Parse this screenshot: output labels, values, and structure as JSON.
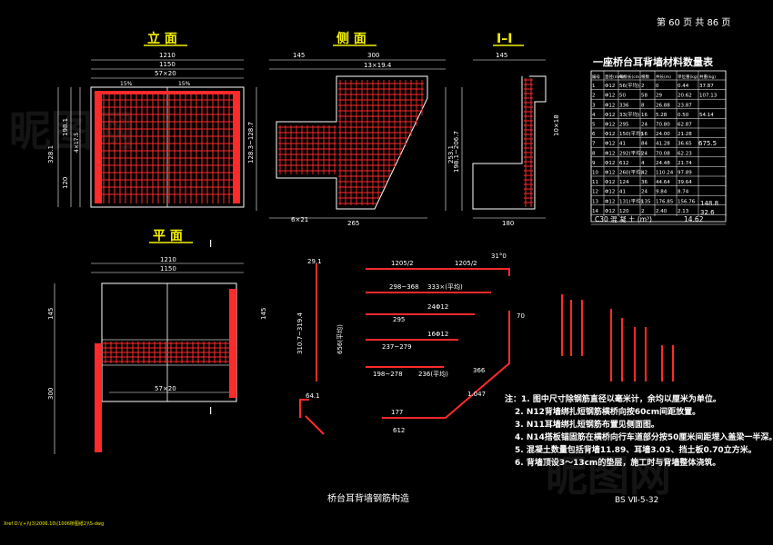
{
  "page_info": "第 60 页 共 86 页",
  "views": {
    "front": "立 面",
    "side": "侧 面",
    "section": "I–I",
    "plan": "平 面",
    "section_mark": "I"
  },
  "front_dims": {
    "total": "1210",
    "inner": "1150",
    "bars": "57×20",
    "slope": "15%",
    "h1": "328.1",
    "h2": "198.1",
    "h3": "120",
    "h4": "4×17.5"
  },
  "side_dims": {
    "top1": "145",
    "top2": "300",
    "bars": "13×19.4",
    "bottom": "265",
    "bars2": "6×21",
    "h1": "253.1",
    "h2": "128.3~128.7"
  },
  "section_dims": {
    "top": "145",
    "width": "180",
    "h1": "198.1~206.7",
    "h2": "10×18"
  },
  "plan_dims": {
    "total": "1210",
    "inner": "1150",
    "bars": "57×20",
    "left1": "145",
    "left2": "300",
    "right": "145"
  },
  "table": {
    "title": "一座桥台耳背墙材料数量表",
    "headers": [
      "编号",
      "直径(mm)",
      "每根长(cm)",
      "根数",
      "共长(m)",
      "单位重(kg)",
      "共重(kg)"
    ],
    "rows": [
      [
        "1",
        "Φ12",
        "56(平均)",
        "2",
        "0",
        "0.44",
        "37.87"
      ],
      [
        "2",
        "Φ12",
        "50",
        "58",
        "29",
        "20.62",
        "107.13"
      ],
      [
        "3",
        "Φ12",
        "336",
        "8",
        "26.88",
        "23.87",
        ""
      ],
      [
        "4",
        "Φ12",
        "33(平均)",
        "16",
        "5.28",
        "0.50",
        "54.14"
      ],
      [
        "5",
        "Φ12",
        "295",
        "24",
        "70.80",
        "62.87",
        ""
      ],
      [
        "6",
        "Φ12",
        "150(平均)",
        "16",
        "24.00",
        "21.28",
        ""
      ],
      [
        "7",
        "Φ12",
        "41",
        "84",
        "41.28",
        "36.65",
        ""
      ],
      [
        "8",
        "Φ12",
        "292(平均)",
        "24",
        "70.08",
        "62.23",
        ""
      ],
      [
        "9",
        "Φ12",
        "612",
        "4",
        "24.48",
        "21.74",
        ""
      ],
      [
        "10",
        "Φ12",
        "260(平均)",
        "42",
        "110.24",
        "97.89",
        ""
      ],
      [
        "11",
        "Φ12",
        "124",
        "36",
        "44.64",
        "39.64",
        ""
      ],
      [
        "12",
        "Φ12",
        "41",
        "24",
        "9.84",
        "8.74",
        ""
      ],
      [
        "13",
        "Φ12",
        "131(平均)",
        "135",
        "176.85",
        "156.76",
        ""
      ],
      [
        "14",
        "Φ12",
        "120",
        "2",
        "2.40",
        "2.13",
        ""
      ]
    ],
    "subtotal": "675.5",
    "sub2": "148.8",
    "sub3": "32.6",
    "concrete_label": "C30 混 凝 土 (m³)",
    "concrete_value": "14.62"
  },
  "bar_shapes": {
    "b1": "1205/2",
    "b2": "1205/2",
    "b3": "31°0",
    "b4": "298~368",
    "b5": "333×(平均)",
    "b6": "295",
    "b7": "24Φ12",
    "b8": "237~279",
    "b9": "16Φ12",
    "b10": "198~278",
    "b11": "236(平均)",
    "b12": "70",
    "b13": "366",
    "b14": "1.047",
    "b15": "177",
    "b16": "612",
    "b17": "64.1",
    "b18": "29.1",
    "b19": "310.7~319.4",
    "b20": "656(平均)"
  },
  "notes": [
    "注：1. 图中尺寸除钢筋直径以毫米计，余均以厘米为单位。",
    "2. N12背墙绑扎短钢筋横桥向按60cm间距放置。",
    "3. N11耳墙绑扎短钢筋布置见侧面图。",
    "4. N14搭板锚固筋在横桥向行车道部分按50厘米间距埋入盖梁一半深。",
    "5. 混凝土数量包括背墙11.89、耳墙3.03、挡土板0.70立方米。",
    "6. 背墙顶设3～13cm的垫层，施工时与背墙整体浇筑。"
  ],
  "drawing_title": "桥台耳背墙钢筋构造",
  "drawing_code": "BS Ⅶ-5-32",
  "file_path": "Xref D:\\(+)\\(3)2006.10\\(1006桥图纸2)\\S-dwg",
  "watermark": "昵图网"
}
